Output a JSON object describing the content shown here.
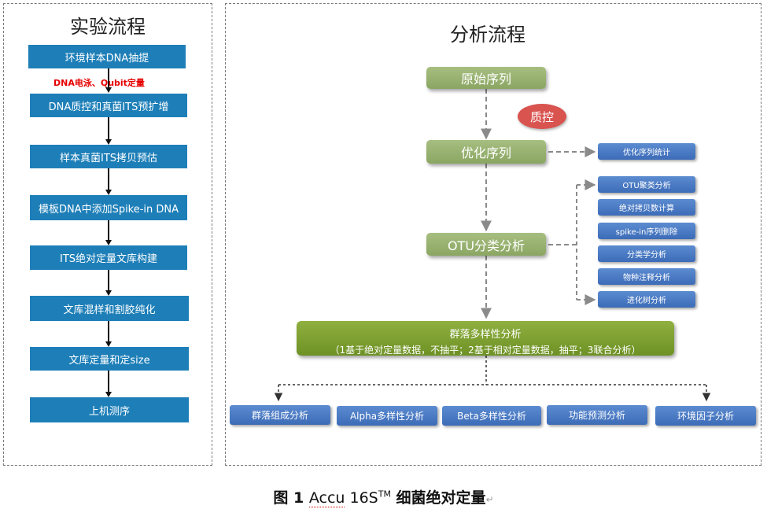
{
  "left_panel": {
    "title": "实验流程",
    "steps": [
      "环境样本DNA抽提",
      "DNA质控和真菌ITS预扩增",
      "样本真菌ITS拷贝预估",
      "模板DNA中添加Spike-in  DNA",
      "ITS绝对定量文库构建",
      "文库混样和割胶纯化",
      "文库定量和定size",
      "上机测序"
    ],
    "note": "DNA电泳、Qubit定量"
  },
  "right_panel": {
    "title": "分析流程",
    "raw": "原始序列",
    "qc": "质控",
    "opt": "优化序列",
    "opt_stat": "优化序列统计",
    "otu": "OTU分类分析",
    "otu_items": [
      "OTU聚类分析",
      "绝对拷贝数计算",
      "spike-in序列删除",
      "分类学分析",
      "物种注释分析",
      "进化树分析"
    ],
    "diversity_title": "群落多样性分析",
    "diversity_sub": "（1基于绝对定量数据，不抽平；2基于相对定量数据，抽平；3联合分析）",
    "bottom": [
      "群落组成分析",
      "Alpha多样性分析",
      "Beta多样性分析",
      "功能预测分析",
      "环境因子分析"
    ]
  },
  "caption": {
    "prefix": "图  1 ",
    "accu": "Accu",
    "num": " 16S",
    "sup": "TM",
    "rest": " 细菌绝对定量",
    "mark": "↵"
  }
}
